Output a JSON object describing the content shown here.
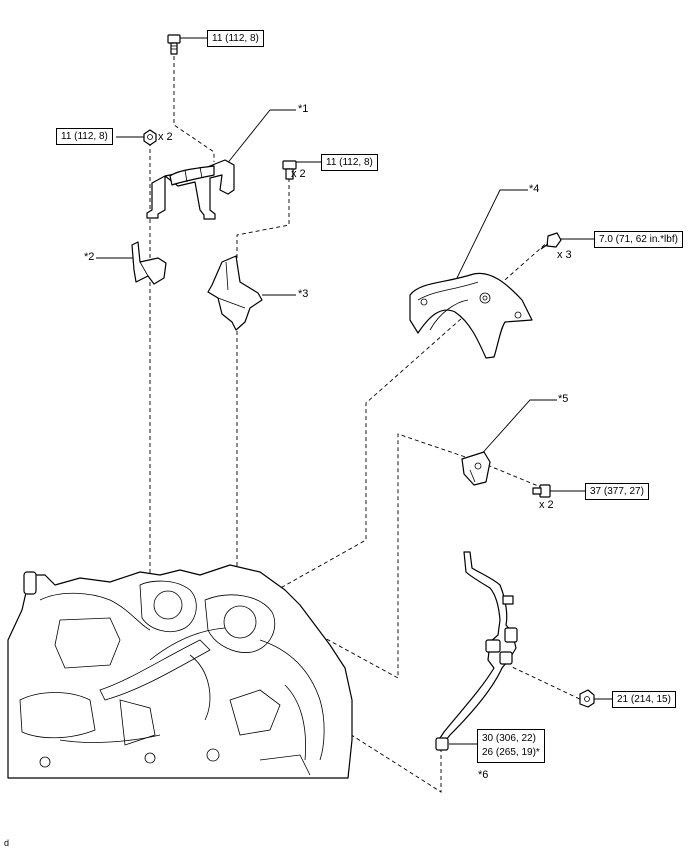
{
  "callouts": {
    "c1": "*1",
    "c2": "*2",
    "c3": "*3",
    "c4": "*4",
    "c5": "*5",
    "c6": "*6"
  },
  "torque": {
    "t_top": "11 (112, 8)",
    "t_left": "11 (112, 8)",
    "t_mid": "11 (112, 8)",
    "t_heatins": "7.0 (71, 62 in.*lbf)",
    "t_bracket": "37 (377, 27)",
    "t_pipe_bolt": "21 (214, 15)",
    "t_union_a": "30 (306, 22)",
    "t_union_b": "26 (265, 19)*"
  },
  "quantities": {
    "q_left": "x 2",
    "q_mid": "x 2",
    "q_heatins": "x 3",
    "q_bracket": "x 2"
  },
  "corner_mark": "d"
}
